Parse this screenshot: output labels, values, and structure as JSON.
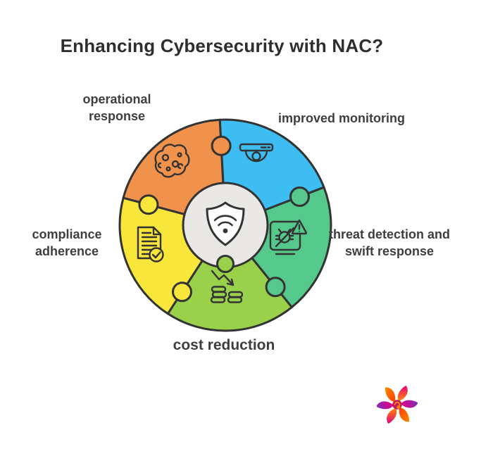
{
  "title": "Enhancing Cybersecurity with NAC?",
  "labels": {
    "operational": {
      "line1": "operational",
      "line2": "response"
    },
    "monitoring": {
      "line1": "improved monitoring"
    },
    "threat": {
      "line1": "threat detection and",
      "line2": "swift response"
    },
    "cost": {
      "line1": "cost reduction"
    },
    "compliance": {
      "line1": "compliance",
      "line2": "adherence"
    }
  },
  "segments": [
    {
      "id": "operational",
      "icon": "brain-icon",
      "color_key": "orange"
    },
    {
      "id": "monitoring",
      "icon": "security-camera-icon",
      "color_key": "blue"
    },
    {
      "id": "threat",
      "icon": "bug-warning-monitor-icon",
      "color_key": "green"
    },
    {
      "id": "cost",
      "icon": "money-decrease-icon",
      "color_key": "lightgreen"
    },
    {
      "id": "compliance",
      "icon": "document-check-icon",
      "color_key": "yellow"
    }
  ],
  "center": {
    "icon": "shield-wifi-icon"
  },
  "colors": {
    "orange": "#F0924B",
    "blue": "#3DBDF1",
    "green": "#55C98C",
    "lightgreen": "#9AD14B",
    "yellow": "#F8E63A",
    "center_bg": "#E9E8E5",
    "shield": "#FEFEFE",
    "outline": "#333333"
  },
  "logo": {
    "name": "colorful-swirl-logo"
  }
}
